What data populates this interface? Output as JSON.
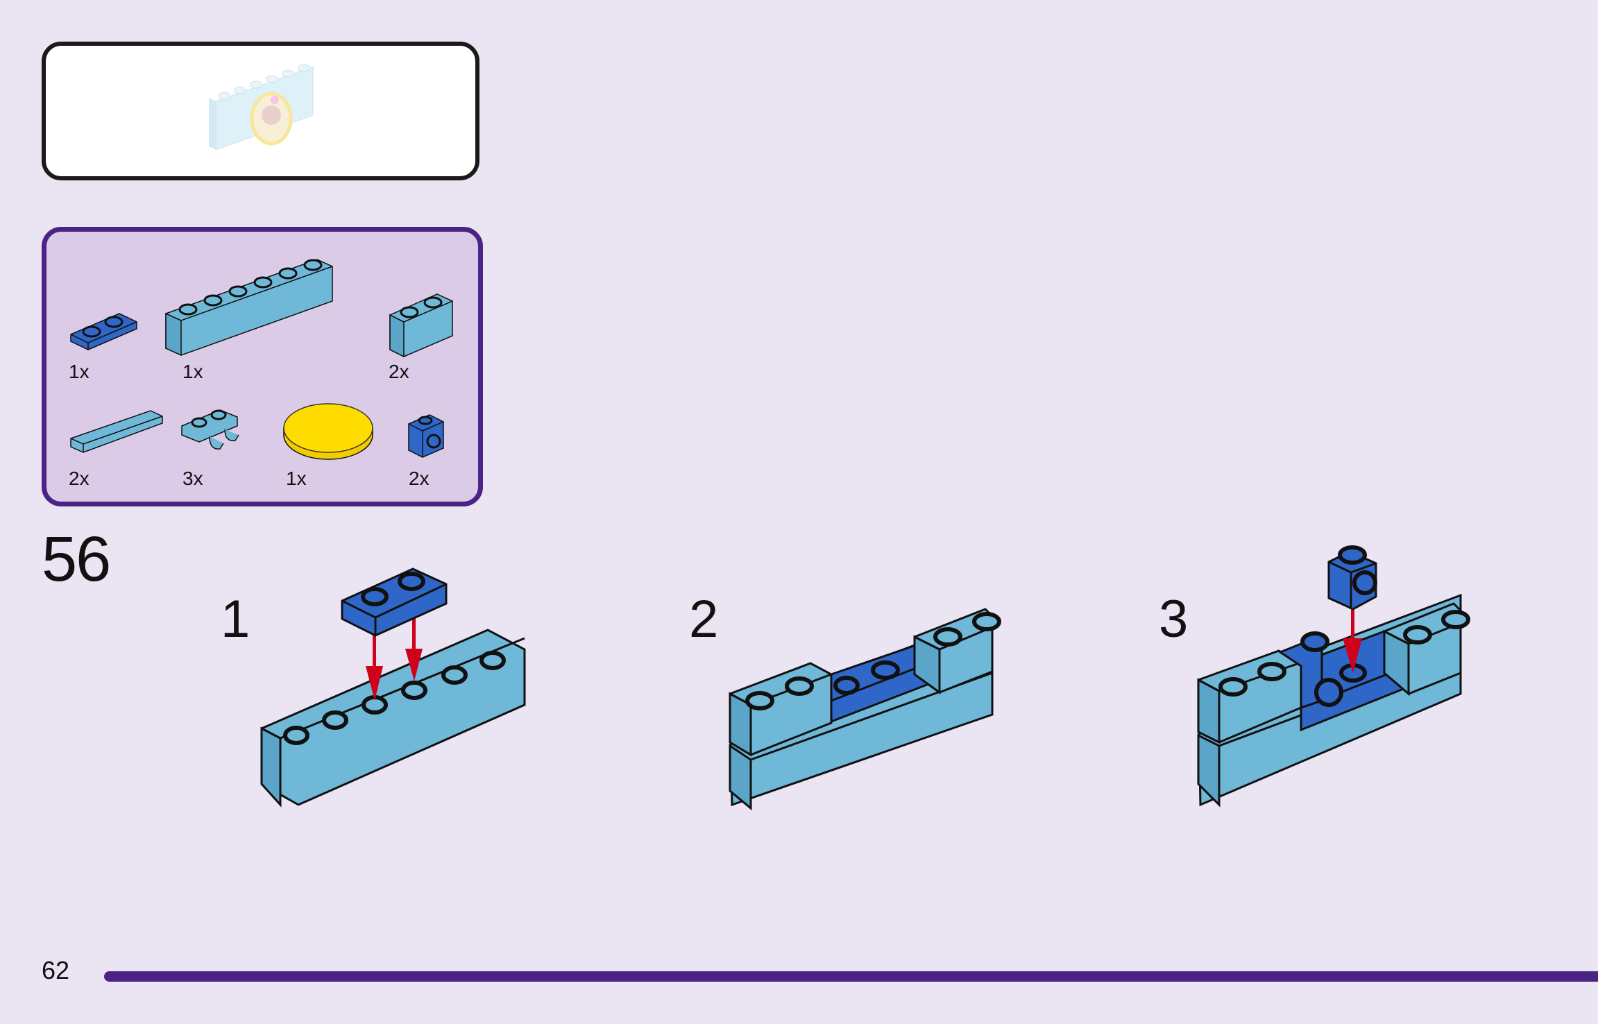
{
  "page": {
    "number": "62",
    "accent_color": "#4a2386",
    "background_color": "#ebe4f2"
  },
  "preview": {
    "description": "Completed sub-assembly preview (faded)",
    "icon": "assembly-preview-icon"
  },
  "parts_list": {
    "row1": [
      {
        "part": "plate-1x2-dark-blue",
        "color": "#2f67c8",
        "qty": "1x"
      },
      {
        "part": "brick-1x6-light-blue",
        "color": "#6fb8d8",
        "qty": "1x"
      },
      {
        "part": "brick-1x2-light-blue",
        "color": "#6fb8d8",
        "qty": "2x"
      }
    ],
    "row2": [
      {
        "part": "tile-1x4-light-blue",
        "color": "#6fb8d8",
        "qty": "2x"
      },
      {
        "part": "plate-1x2-with-clips-light-blue",
        "color": "#6fb8d8",
        "qty": "3x"
      },
      {
        "part": "round-tile-2x2-yellow",
        "color": "#ffdc00",
        "qty": "1x"
      },
      {
        "part": "brick-1x1-with-stud-side-dark-blue",
        "color": "#2f67c8",
        "qty": "2x"
      }
    ]
  },
  "step": {
    "number": "56",
    "substeps": [
      {
        "label": "1",
        "description": "Attach dark blue 1x2 plate onto 1x6 brick"
      },
      {
        "label": "2",
        "description": "Add 1x2 bricks on both sides"
      },
      {
        "label": "3",
        "description": "Attach 1x1 brick with side stud onto blue plate"
      }
    ]
  },
  "colors": {
    "light_blue": "#6fb8d8",
    "light_blue_side": "#5aa5c8",
    "dark_blue": "#2f67c8",
    "dark_blue_side": "#2455a8",
    "arrow_red": "#d0021b",
    "yellow": "#ffdc00",
    "outline": "#111111"
  }
}
